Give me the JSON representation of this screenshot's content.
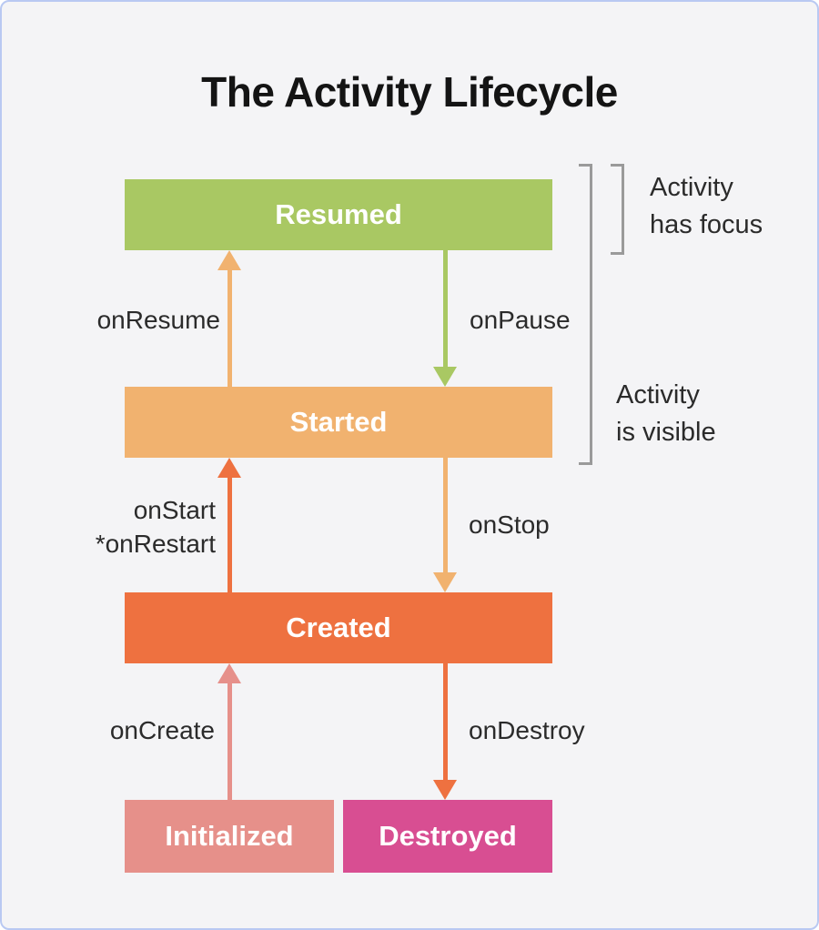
{
  "title": "The Activity Lifecycle",
  "colors": {
    "resumed_green": "#a9c863",
    "started_tan": "#f1b26f",
    "created_orange": "#ee7140",
    "initialized_salmon": "#e6908a",
    "destroyed_magenta": "#d84e92",
    "bracket_gray": "#9a9a9a",
    "label_text": "#2b2b2b",
    "background": "#f4f4f6",
    "frame_border": "#b9c9f2"
  },
  "states": {
    "resumed": "Resumed",
    "started": "Started",
    "created": "Created",
    "initialized": "Initialized",
    "destroyed": "Destroyed"
  },
  "transitions": {
    "on_resume": "onResume",
    "on_pause": "onPause",
    "on_start": "onStart\n*onRestart",
    "on_stop": "onStop",
    "on_create": "onCreate",
    "on_destroy": "onDestroy"
  },
  "annotations": {
    "has_focus": "Activity\nhas focus",
    "is_visible": "Activity\nis visible"
  }
}
